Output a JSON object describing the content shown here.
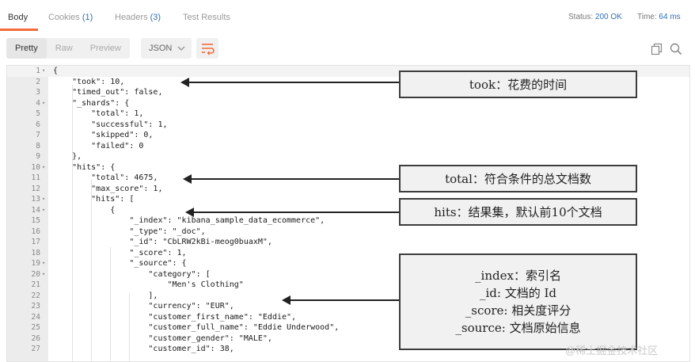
{
  "tabs": {
    "body": "Body",
    "cookies_label": "Cookies",
    "cookies_count": "(1)",
    "headers_label": "Headers",
    "headers_count": "(3)",
    "test_results": "Test Results"
  },
  "status": {
    "status_label": "Status:",
    "status_value": "200 OK",
    "time_label": "Time:",
    "time_value": "64 ms"
  },
  "toolbar": {
    "pretty": "Pretty",
    "raw": "Raw",
    "preview": "Preview",
    "format": "JSON"
  },
  "code_lines": [
    {
      "n": "1",
      "fold": true,
      "text": "{"
    },
    {
      "n": "2",
      "text": "    \"took\": 10,"
    },
    {
      "n": "3",
      "text": "    \"timed_out\": false,"
    },
    {
      "n": "4",
      "fold": true,
      "text": "    \"_shards\": {"
    },
    {
      "n": "5",
      "text": "        \"total\": 1,"
    },
    {
      "n": "6",
      "text": "        \"successful\": 1,"
    },
    {
      "n": "7",
      "text": "        \"skipped\": 0,"
    },
    {
      "n": "8",
      "text": "        \"failed\": 0"
    },
    {
      "n": "9",
      "text": "    },"
    },
    {
      "n": "10",
      "fold": true,
      "text": "    \"hits\": {"
    },
    {
      "n": "11",
      "text": "        \"total\": 4675,"
    },
    {
      "n": "12",
      "text": "        \"max_score\": 1,"
    },
    {
      "n": "13",
      "fold": true,
      "text": "        \"hits\": ["
    },
    {
      "n": "14",
      "fold": true,
      "text": "            {"
    },
    {
      "n": "15",
      "text": "                \"_index\": \"kibana_sample_data_ecommerce\","
    },
    {
      "n": "16",
      "text": "                \"_type\": \"_doc\","
    },
    {
      "n": "17",
      "text": "                \"_id\": \"CbLRW2kBi-meog0buaxM\","
    },
    {
      "n": "18",
      "text": "                \"_score\": 1,"
    },
    {
      "n": "19",
      "fold": true,
      "text": "                \"_source\": {"
    },
    {
      "n": "20",
      "fold": true,
      "text": "                    \"category\": ["
    },
    {
      "n": "21",
      "text": "                        \"Men's Clothing\""
    },
    {
      "n": "22",
      "text": "                    ],"
    },
    {
      "n": "23",
      "text": "                    \"currency\": \"EUR\","
    },
    {
      "n": "24",
      "text": "                    \"customer_first_name\": \"Eddie\","
    },
    {
      "n": "25",
      "text": "                    \"customer_full_name\": \"Eddie Underwood\","
    },
    {
      "n": "26",
      "text": "                    \"customer_gender\": \"MALE\","
    },
    {
      "n": "27",
      "text": "                    \"customer_id\": 38,"
    }
  ],
  "annotations": {
    "took": "took：花费的时间",
    "total": "total：符合条件的总文档数",
    "hits": "hits：结果集，默认前10个文档",
    "source_lines": [
      "_index：索引名",
      "_id: 文档的 Id",
      "_score: 相关度评分",
      "_source: 文档原始信息"
    ]
  },
  "watermark": "@稀土掘金技术社区",
  "icons": [
    "copy-icon",
    "search-icon",
    "wrap-lines-icon",
    "chevron-down-icon"
  ],
  "colors": {
    "accent_orange": "#f26b3a",
    "link_blue": "#2e6fb7",
    "json_blue": "#1a1a8f"
  }
}
